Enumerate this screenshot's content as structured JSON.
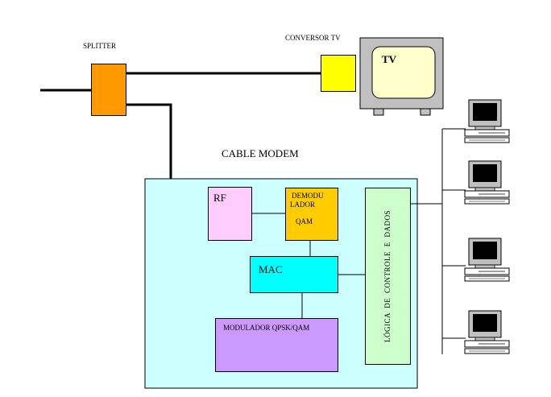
{
  "labels": {
    "splitter": "SPLITTER",
    "conversor_tv": "CONVERSOR TV",
    "tv": "TV",
    "cable_modem": "CABLE MODEM",
    "rf": "RF",
    "demodulador_line1": "DEMODU",
    "demodulador_line2": "LADOR",
    "demodulador_line3": "QAM",
    "mac": "MAC",
    "modulador": "MODULADOR QPSK/QAM",
    "logica": "LÓGICA DE CONTROLE E DADOS"
  },
  "colors": {
    "splitter": "#ff9900",
    "conversor": "#ffff00",
    "modem_bg": "#ccffff",
    "rf": "#ffccff",
    "demodulador": "#ffcc00",
    "mac": "#00ffff",
    "modulador": "#cc99ff",
    "logica": "#ccffcc"
  },
  "computers": {
    "count": 4
  }
}
